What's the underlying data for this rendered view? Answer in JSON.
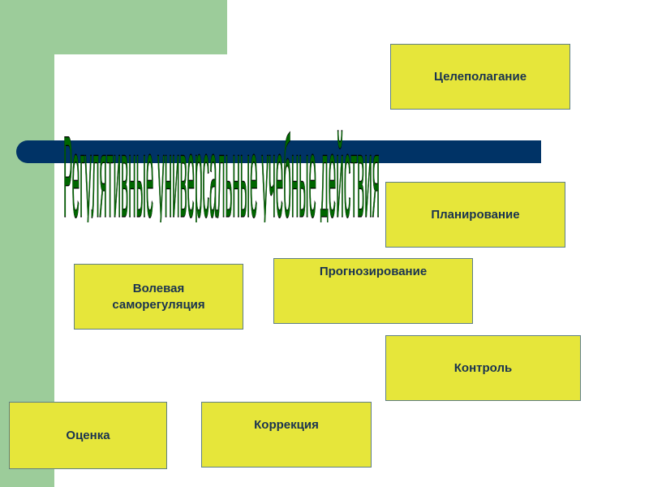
{
  "title": "Регулятивные универсальные учебные действия",
  "boxes": {
    "goal_setting": "Целеполагание",
    "planning": "Планирование",
    "forecasting": "Прогнозирование",
    "volitional_self_regulation": "Волевая саморегуляция",
    "control": "Контроль",
    "evaluation": "Оценка",
    "correction": "Коррекция"
  },
  "colors": {
    "box_fill": "#e6e63a",
    "title_green": "#006600",
    "bar_blue": "#003366",
    "side_green": "#9ccc9a"
  }
}
